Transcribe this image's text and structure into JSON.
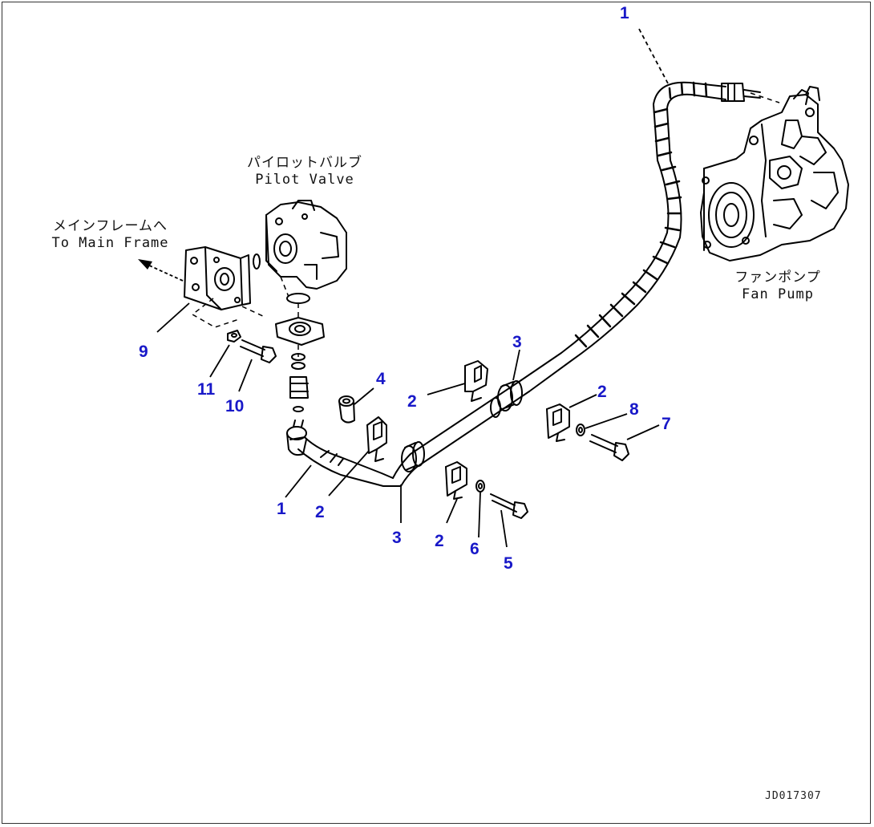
{
  "labels": {
    "pilot_valve_jp": "パイロットバルブ",
    "pilot_valve_en": "Pilot Valve",
    "main_frame_jp": "メインフレームへ",
    "main_frame_en": "To Main Frame",
    "fan_pump_jp": "ファンポンプ",
    "fan_pump_en": "Fan Pump"
  },
  "callouts": {
    "c1_top": "1",
    "c1_bottom": "1",
    "c2_a": "2",
    "c2_b": "2",
    "c2_c": "2",
    "c2_d": "2",
    "c3_a": "3",
    "c3_b": "3",
    "c4": "4",
    "c5": "5",
    "c6": "6",
    "c7": "7",
    "c8": "8",
    "c9": "9",
    "c10": "10",
    "c11": "11"
  },
  "drawing_code": "JD017307",
  "colors": {
    "callout": "#1818c8",
    "line": "#000000"
  }
}
